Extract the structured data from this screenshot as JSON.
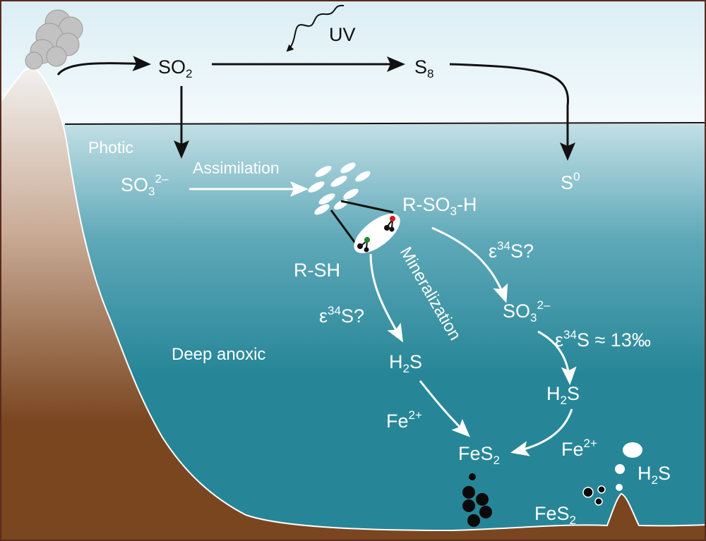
{
  "colors": {
    "sky_top": "#dbeef4",
    "sky_bottom": "#f4fafc",
    "water_top": "#c2dfe5",
    "water_mid": "#5da8b8",
    "water_deep": "#268697",
    "rock_light": "#f2f0ee",
    "rock_dark": "#7a4620",
    "frame": "#5a2a1e"
  },
  "atmosphere": {
    "so2": {
      "main": "SO",
      "sub": "2"
    },
    "s8": {
      "main": "S",
      "sub": "8"
    },
    "uv": "UV"
  },
  "water": {
    "photic": "Photic",
    "deep_anoxic": "Deep anoxic",
    "sulfite_top": {
      "main": "SO",
      "sub": "3",
      "sup": "2–"
    },
    "assimilation": "Assimilation",
    "s0": {
      "main": "S",
      "sup": "0"
    },
    "r_so3h": {
      "pre": "R-SO",
      "sub": "3",
      "post": "-H"
    },
    "r_sh": "R-SH",
    "eps_left": {
      "pre": "ε",
      "sup": "34",
      "post": "S?"
    },
    "eps_right": {
      "pre": "ε",
      "sup": "34",
      "post": "S?"
    },
    "mineralization": "Mineralization",
    "sulfite_mid": {
      "main": "SO",
      "sub": "3",
      "sup": "2–"
    },
    "eps_value": {
      "pre": "ε",
      "sup": "34",
      "post": "S ≈ 13‰"
    },
    "h2s_left": {
      "pre": "H",
      "sub": "2",
      "post": "S"
    },
    "h2s_right": {
      "pre": "H",
      "sub": "2",
      "post": "S"
    },
    "fe_left": {
      "pre": "Fe",
      "sup": "2+"
    },
    "fes2_center": {
      "pre": "FeS",
      "sub": "2"
    },
    "fe_right": {
      "pre": "Fe",
      "sup": "2+"
    },
    "h2s_vent": {
      "pre": "H",
      "sub": "2",
      "post": "S"
    },
    "fes2_vent": {
      "pre": "FeS",
      "sub": "2"
    }
  }
}
